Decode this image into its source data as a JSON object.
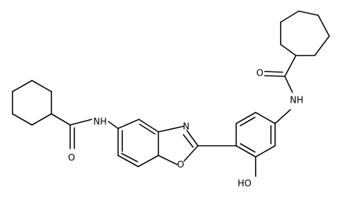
{
  "molecule": {
    "atom_labels": {
      "nh_left": "NH",
      "o_left_carbonyl": "O",
      "n_oxazole": "N",
      "o_oxazole": "O",
      "o_right_carbonyl": "O",
      "nh_right": "NH",
      "hydroxyl": "HO"
    }
  },
  "colors": {
    "bond": "#000000",
    "background": "#ffffff"
  }
}
